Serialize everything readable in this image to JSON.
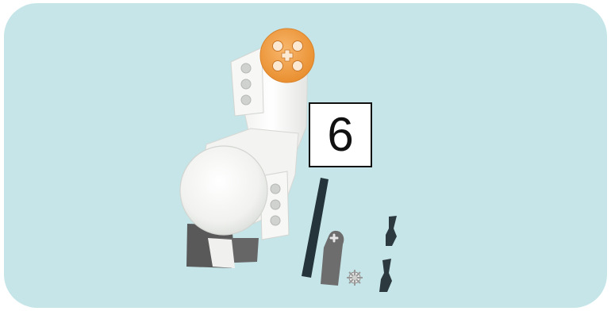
{
  "step": {
    "number": "6"
  },
  "colors": {
    "background": "#c5e5e8",
    "hub": "#f3a14a",
    "motor_body": "#f4f4f2",
    "motor_dark": "#5b5b5b",
    "axle": "#25343a",
    "dark_parts": "#2c3a40"
  },
  "parts": {
    "motor": "servo-motor",
    "hub": "orange-hub",
    "axle": "long-axle",
    "flat_piece": "gray-beam-piece",
    "bush": "bush-gear",
    "pins": [
      "pin-top",
      "pin-bottom"
    ]
  }
}
